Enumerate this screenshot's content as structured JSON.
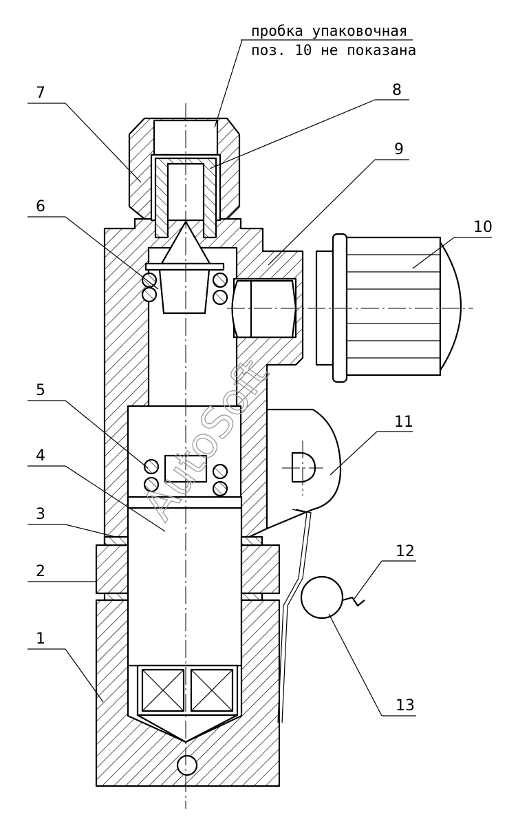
{
  "note": {
    "line1": "пробка упаковочная",
    "line2": "поз. 10 не показана"
  },
  "callouts": [
    "1",
    "2",
    "3",
    "4",
    "5",
    "6",
    "7",
    "8",
    "9",
    "10",
    "11",
    "12",
    "13"
  ],
  "watermark": "AutoSoft"
}
